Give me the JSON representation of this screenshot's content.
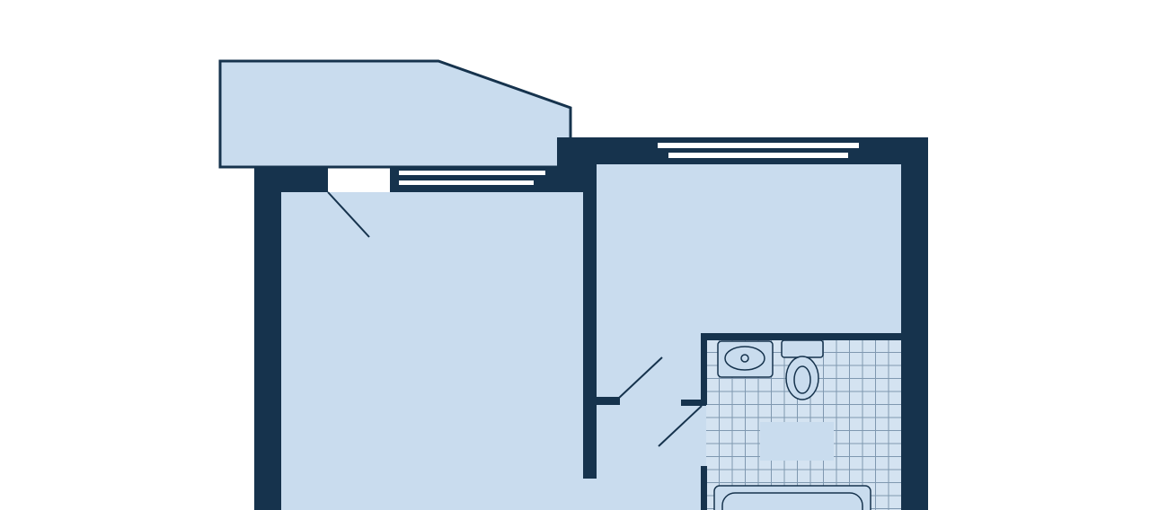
{
  "plan": {
    "colors": {
      "floor": "#c9dcee",
      "wall": "#16334d",
      "window_glass": "#ffffff",
      "tile_line": "#7f98b0",
      "background": "#ffffff"
    },
    "rooms": [
      "balcony",
      "living-room",
      "kitchen",
      "bathroom"
    ],
    "fixtures": [
      "washbasin",
      "toilet",
      "bathtub"
    ],
    "windows": [
      "living-room-window",
      "kitchen-window"
    ],
    "doors": [
      "balcony-door",
      "kitchen-door",
      "bathroom-door"
    ]
  }
}
